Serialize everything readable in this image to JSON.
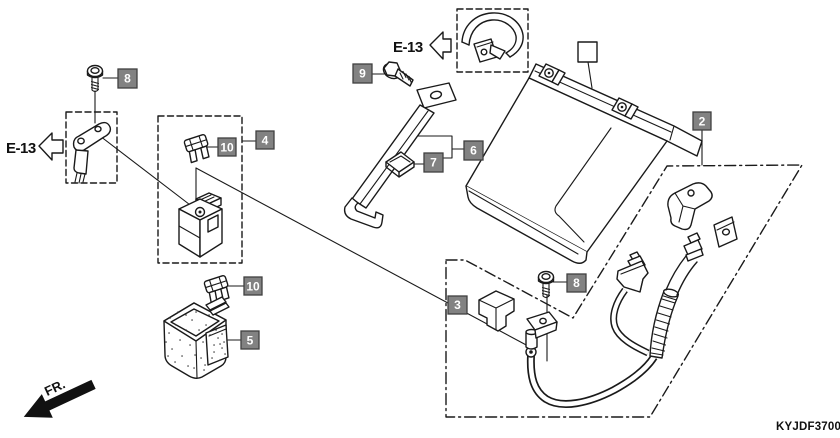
{
  "diagram": {
    "part_code": "KYJDF3700",
    "references": {
      "left": "E-13",
      "top": "E-13"
    },
    "direction_label": "FR.",
    "labels": [
      {
        "id": "8-top",
        "text": "8"
      },
      {
        "id": "4",
        "text": "4"
      },
      {
        "id": "10-upper",
        "text": "10"
      },
      {
        "id": "10-lower",
        "text": "10"
      },
      {
        "id": "5",
        "text": "5"
      },
      {
        "id": "9",
        "text": "9"
      },
      {
        "id": "6",
        "text": "6"
      },
      {
        "id": "7",
        "text": "7"
      },
      {
        "id": "2",
        "text": "2"
      },
      {
        "id": "3",
        "text": "3"
      },
      {
        "id": "8-bottom",
        "text": "8"
      },
      {
        "id": "blank",
        "text": ""
      }
    ],
    "colors": {
      "background": "#ffffff",
      "line": "#1a1a1a",
      "label_bg": "#828282",
      "label_border": "#404040",
      "label_text": "#ffffff"
    }
  }
}
